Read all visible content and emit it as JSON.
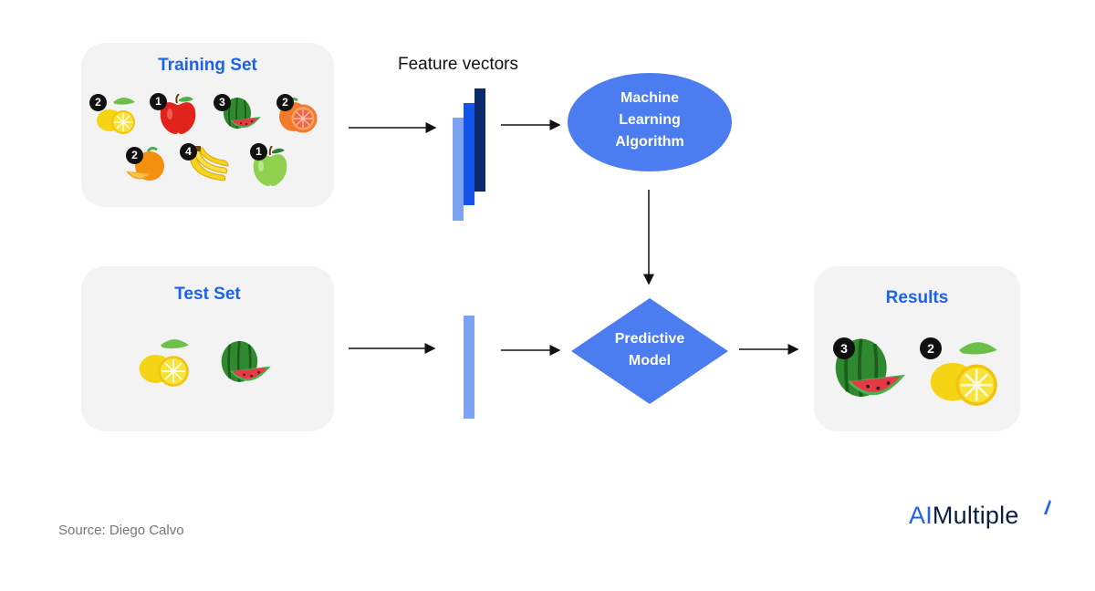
{
  "training_set": {
    "title": "Training Set",
    "items": [
      {
        "fruit": "lemon-icon",
        "count": "2"
      },
      {
        "fruit": "red-apple-icon",
        "count": "1"
      },
      {
        "fruit": "watermelon-icon",
        "count": "3"
      },
      {
        "fruit": "grapefruit-icon",
        "count": "2"
      },
      {
        "fruit": "orange-icon",
        "count": "2"
      },
      {
        "fruit": "banana-icon",
        "count": "4"
      },
      {
        "fruit": "green-apple-icon",
        "count": "1"
      }
    ]
  },
  "test_set": {
    "title": "Test Set",
    "items": [
      {
        "fruit": "lemon-icon"
      },
      {
        "fruit": "watermelon-icon"
      }
    ]
  },
  "feature_vectors_label": "Feature vectors",
  "ml_algorithm": {
    "line1": "Machine",
    "line2": "Learning",
    "line3": "Algorithm"
  },
  "predictive_model": {
    "line1": "Predictive",
    "line2": "Model"
  },
  "results": {
    "title": "Results",
    "items": [
      {
        "fruit": "watermelon-icon",
        "count": "3"
      },
      {
        "fruit": "lemon-icon",
        "count": "2"
      }
    ]
  },
  "source": "Source: Diego Calvo",
  "logo": {
    "ai": "AI",
    "rest": "Multiple"
  },
  "colors": {
    "accent_blue": "#1d62e8",
    "node_blue": "#4c7df0",
    "light_blue": "#7ea2f2",
    "mid_blue": "#1454e8",
    "dark_navy": "#0a2a6b",
    "panel_bg": "#f3f3f3"
  }
}
